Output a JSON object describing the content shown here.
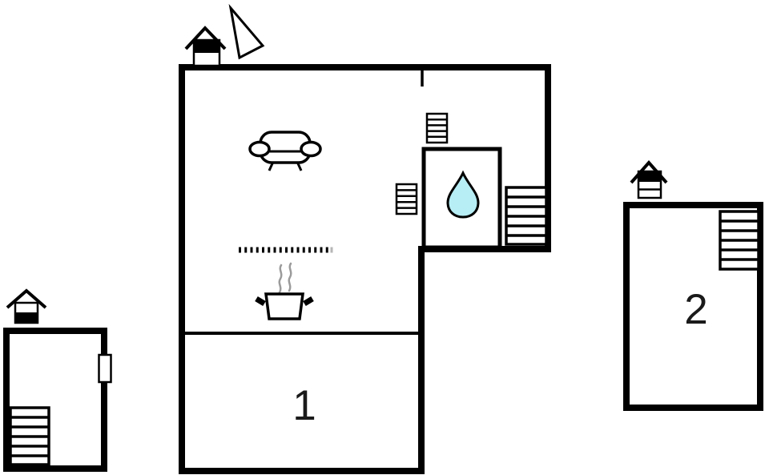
{
  "colors": {
    "line": "#000000",
    "text": "#1a1a1a",
    "water_drop": "#b7edf4",
    "steam": "#9b9b9b",
    "hotplate_fade": "#b6b6b6",
    "background": "#ffffff"
  },
  "floor_plan": {
    "main_building": {
      "room_label": "1",
      "icons": [
        "entrance-house-icon",
        "north-arrow-icon",
        "sofa-icon",
        "hotplate-icon",
        "steam-icon",
        "cooking-pot-icon",
        "water-drop-icon",
        "ladder-icon",
        "ladder-icon",
        "stairs-icon"
      ]
    },
    "left_annex": {
      "icons": [
        "entrance-house-icon",
        "window-marker",
        "stairs-icon"
      ]
    },
    "right_annex": {
      "room_label": "2",
      "icons": [
        "entrance-house-icon",
        "stairs-icon"
      ]
    }
  }
}
